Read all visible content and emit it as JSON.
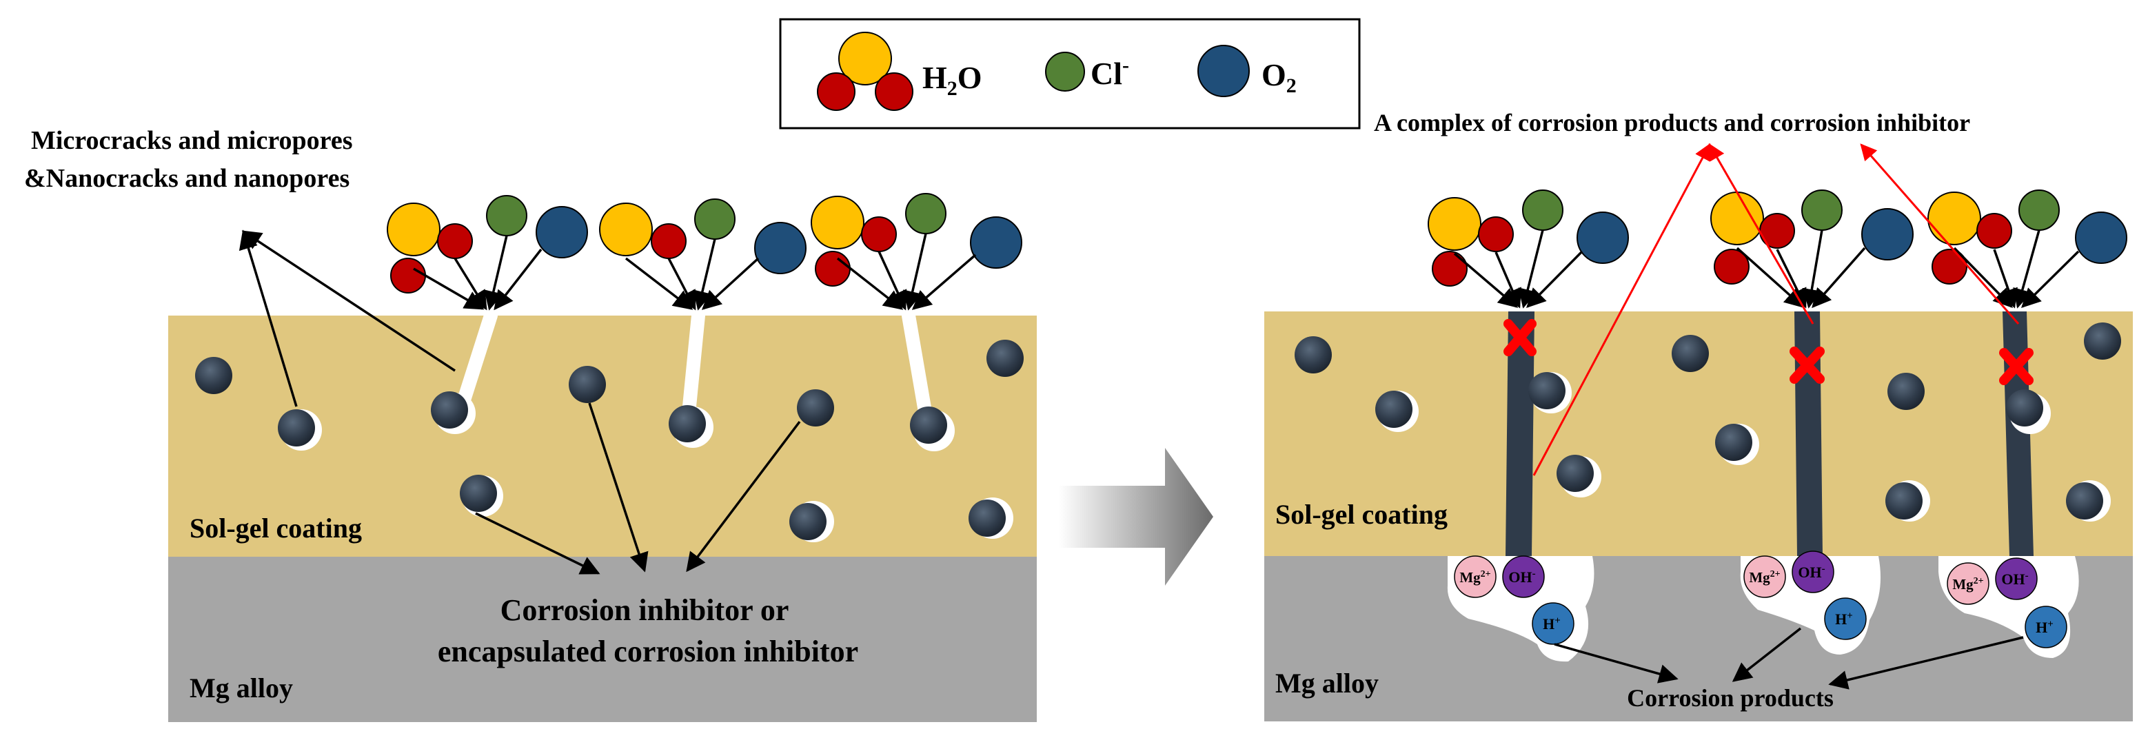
{
  "legend": {
    "water": "H",
    "water_sub": "2",
    "water_o": "O",
    "chloride": "Cl",
    "chloride_sup": "-",
    "oxygen": "O",
    "oxygen_sub": "2"
  },
  "left_panel": {
    "defects_line1": "Microcracks and micropores",
    "defects_line2": "&Nanocracks and nanopores",
    "coating": "Sol-gel coating",
    "substrate": "Mg alloy",
    "inhibitor_line1": "Corrosion inhibitor or",
    "inhibitor_line2": "encapsulated corrosion inhibitor"
  },
  "right_panel": {
    "complex": "A complex of corrosion products and corrosion inhibitor",
    "coating": "Sol-gel coating",
    "substrate": "Mg alloy",
    "products": "Corrosion products",
    "mg": "Mg",
    "mg_sup": "2+",
    "oh": "OH",
    "oh_sup": "-",
    "h": "H",
    "h_sup": "+"
  },
  "colors": {
    "coating": "#e0c77f",
    "substrate": "#a6a6a6",
    "water_o": "#ffc000",
    "water_h": "#c00000",
    "chloride": "#538135",
    "oxygen": "#1f4e79",
    "inhibitor": "#2f3b4a",
    "mg_ion": "#f4b6c2",
    "oh_ion": "#7030a0",
    "h_ion": "#2e75b6",
    "red_marker": "#ff0000"
  }
}
